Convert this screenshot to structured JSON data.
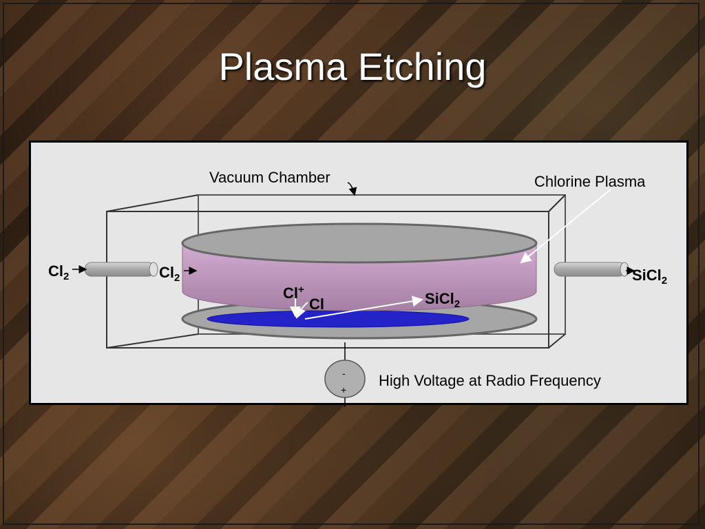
{
  "slide": {
    "title": "Plasma Etching"
  },
  "diagram": {
    "labels": {
      "vacuum_chamber": "Vacuum Chamber",
      "chlorine_plasma": "Chlorine Plasma",
      "high_voltage": "High Voltage at Radio Frequency",
      "cl2_inlet_outside": "Cl",
      "cl2_inlet_outside_sub": "2",
      "cl2_inlet_inside": "Cl",
      "cl2_inlet_inside_sub": "2",
      "sicl2_outlet": "SiCl",
      "sicl2_outlet_sub": "2",
      "cl_ion": "Cl",
      "cl_ion_sup": "+",
      "cl_radical": "Cl",
      "sicl2_product": "SiCl",
      "sicl2_product_sub": "2",
      "rf_minus": "-",
      "rf_plus": "+"
    },
    "colors": {
      "panel_bg": "#e6e6e6",
      "electrode_gray": "#a6a6a6",
      "plasma_pink": "#c39bc0",
      "wafer_blue": "#2323c8",
      "title_white": "#ffffff"
    }
  }
}
